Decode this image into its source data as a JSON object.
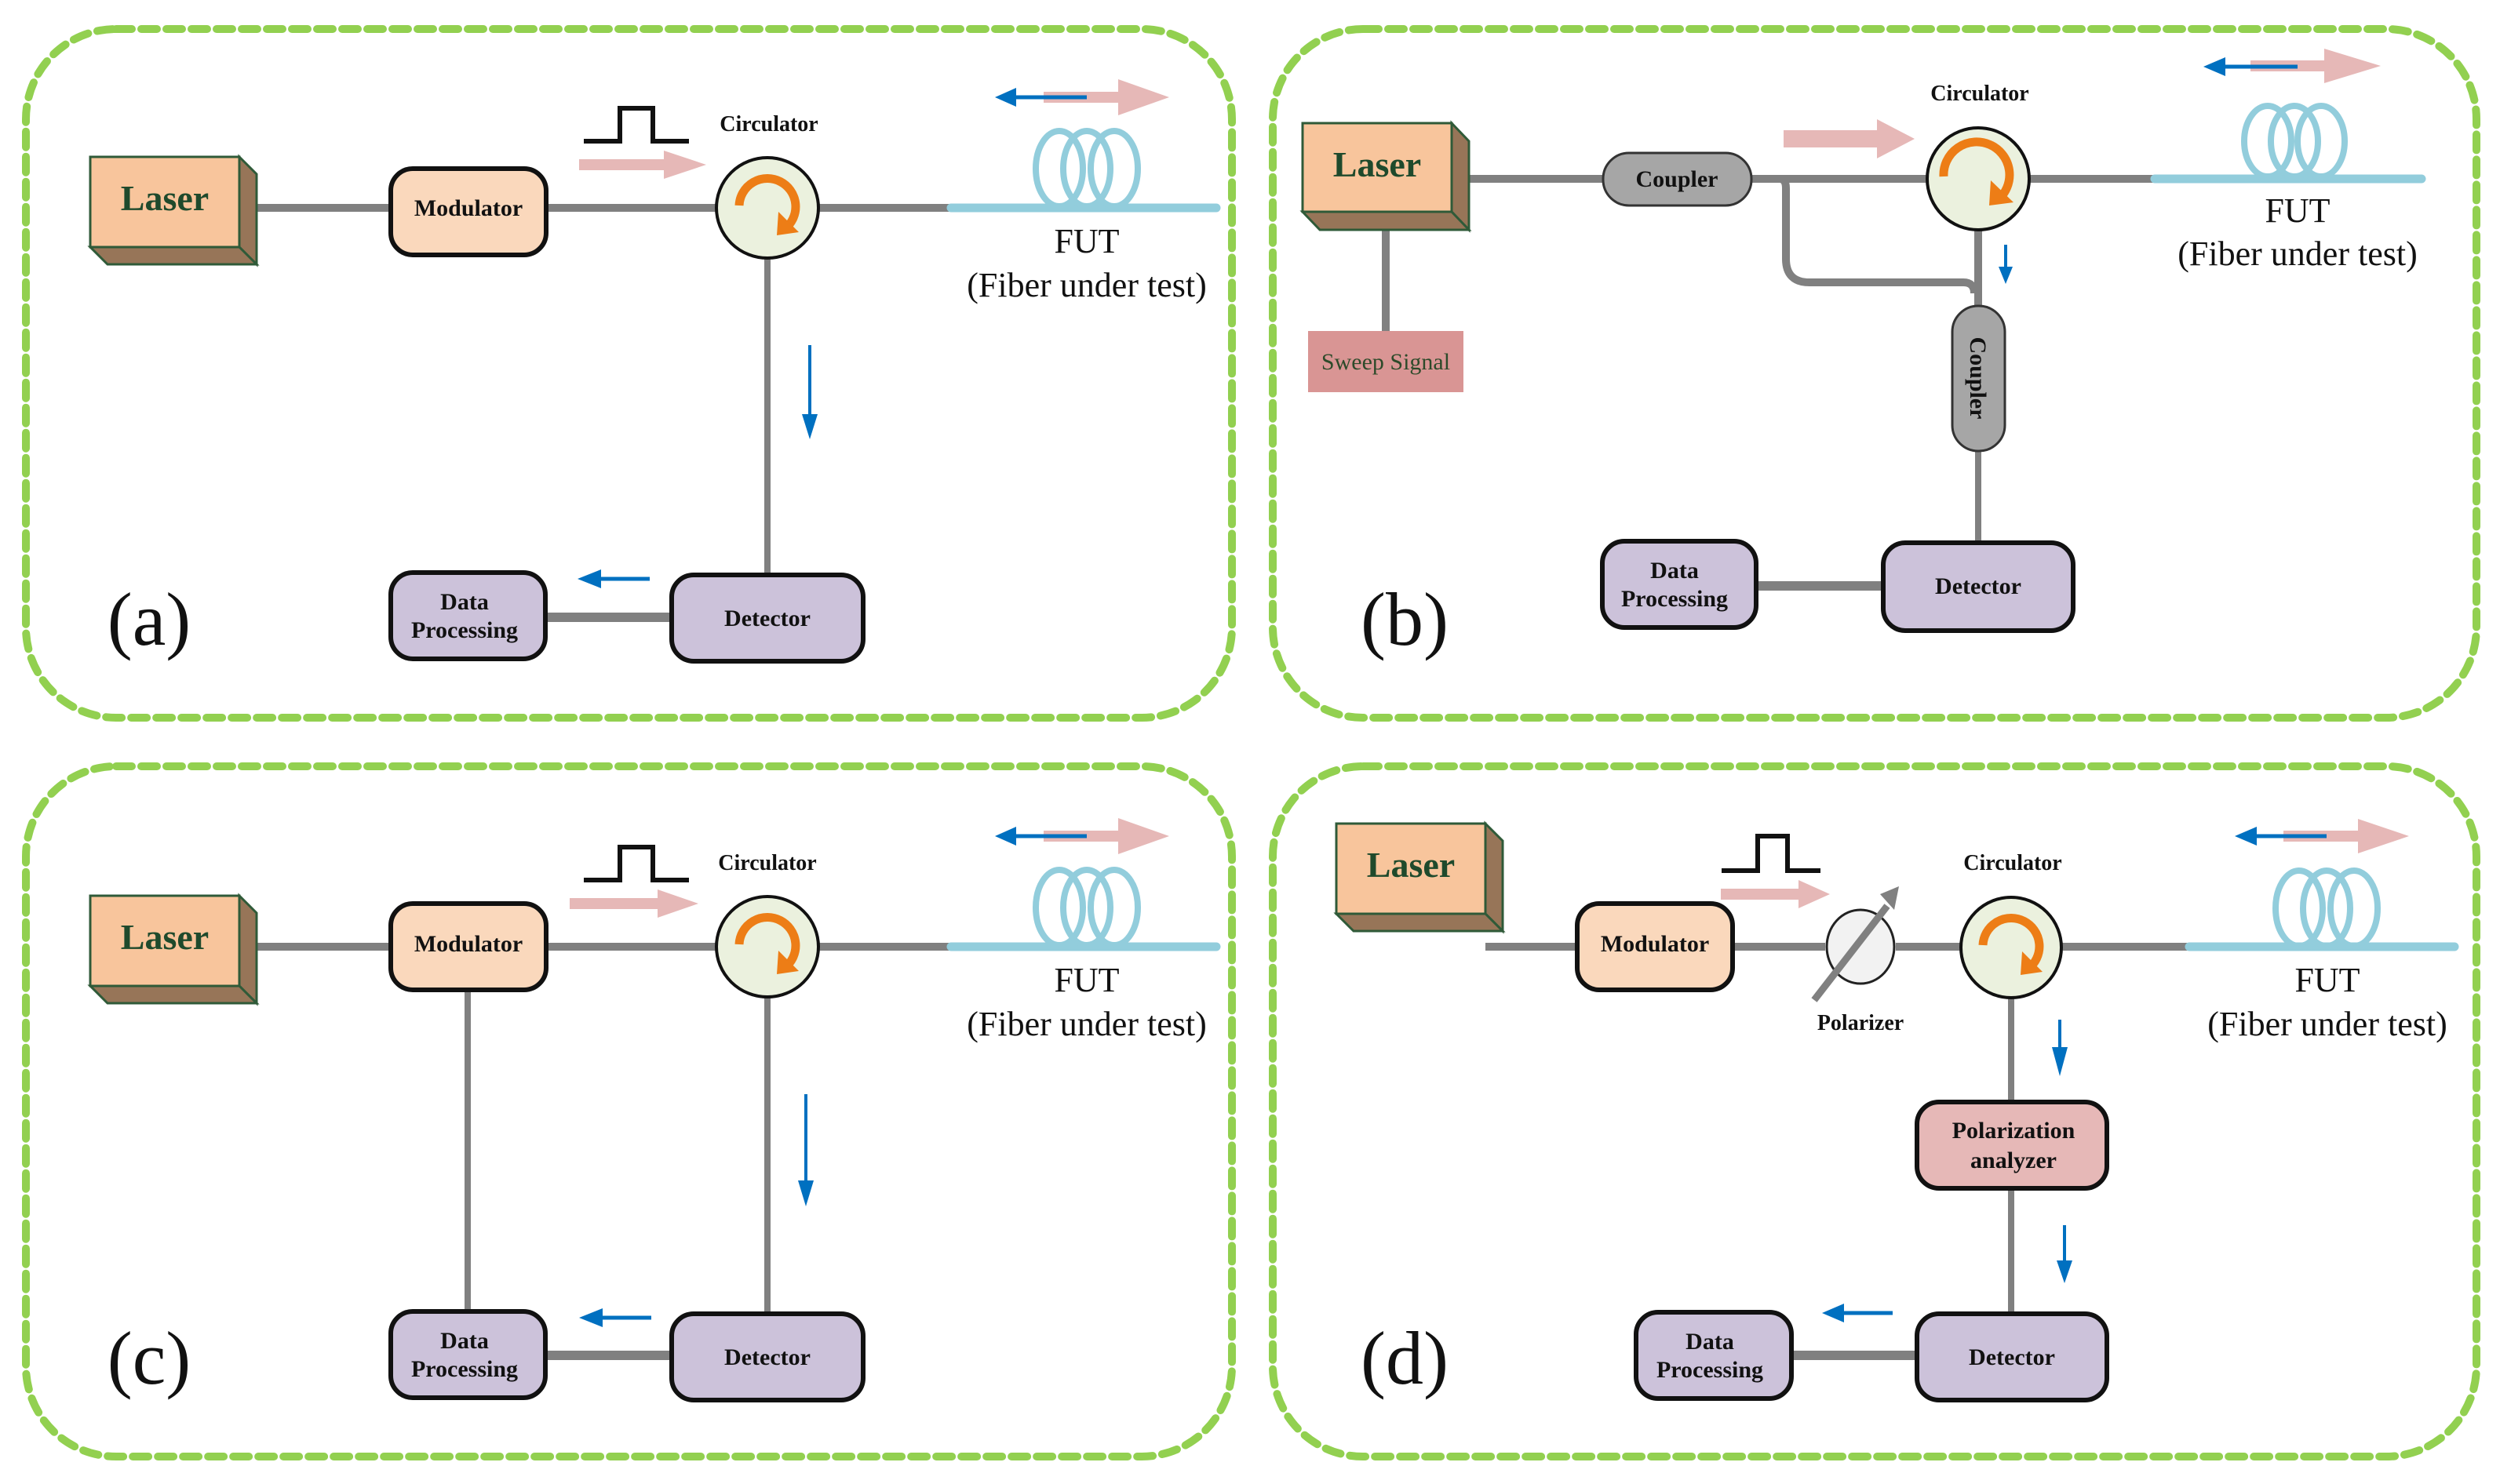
{
  "figure": {
    "description": "Four fiber-optic sensing system configurations",
    "colors": {
      "panel_border": "#92d050",
      "laser_face": "#f8c59c",
      "laser_side": "#977558",
      "laser_text": "#1f4a2c",
      "modulator_fill": "#fad8bc",
      "detector_fill": "#ccc2da",
      "coupler_fill": "#a6a6a6",
      "sweep_fill": "#d99594",
      "pol_analyzer_fill": "#e6b8b7",
      "circulator_fill": "#ebf1de",
      "circulator_arrow": "#ed7d16",
      "fiber_line": "#808080",
      "fut_fiber": "#92cddc",
      "forward_arrow": "#e6b8b7",
      "backward_arrow": "#0070c0",
      "polarizer_fill": "#f2f2f2"
    }
  },
  "panels": [
    {
      "id": "a",
      "letter": "(a)",
      "laser": "Laser",
      "modulator": "Modulator",
      "circulator": "Circulator",
      "fut": "FUT",
      "fut_full": "(Fiber under test)",
      "detector": "Detector",
      "data_processing_line1": "Data",
      "data_processing_line2": "Processing"
    },
    {
      "id": "b",
      "letter": "(b)",
      "laser": "Laser",
      "sweep_signal": "Sweep Signal",
      "coupler_top": "Coupler",
      "coupler_vertical": "Coupler",
      "circulator": "Circulator",
      "fut": "FUT",
      "fut_full": "(Fiber under test)",
      "detector": "Detector",
      "data_processing_line1": "Data",
      "data_processing_line2": "Processing"
    },
    {
      "id": "c",
      "letter": "(c)",
      "laser": "Laser",
      "modulator": "Modulator",
      "circulator": "Circulator",
      "fut": "FUT",
      "fut_full": "(Fiber under test)",
      "detector": "Detector",
      "data_processing_line1": "Data",
      "data_processing_line2": "Processing"
    },
    {
      "id": "d",
      "letter": "(d)",
      "laser": "Laser",
      "modulator": "Modulator",
      "polarizer": "Polarizer",
      "circulator": "Circulator",
      "fut": "FUT",
      "fut_full": "(Fiber under test)",
      "pol_analyzer_line1": "Polarization",
      "pol_analyzer_line2": "analyzer",
      "detector": "Detector",
      "data_processing_line1": "Data",
      "data_processing_line2": "Processing"
    }
  ]
}
